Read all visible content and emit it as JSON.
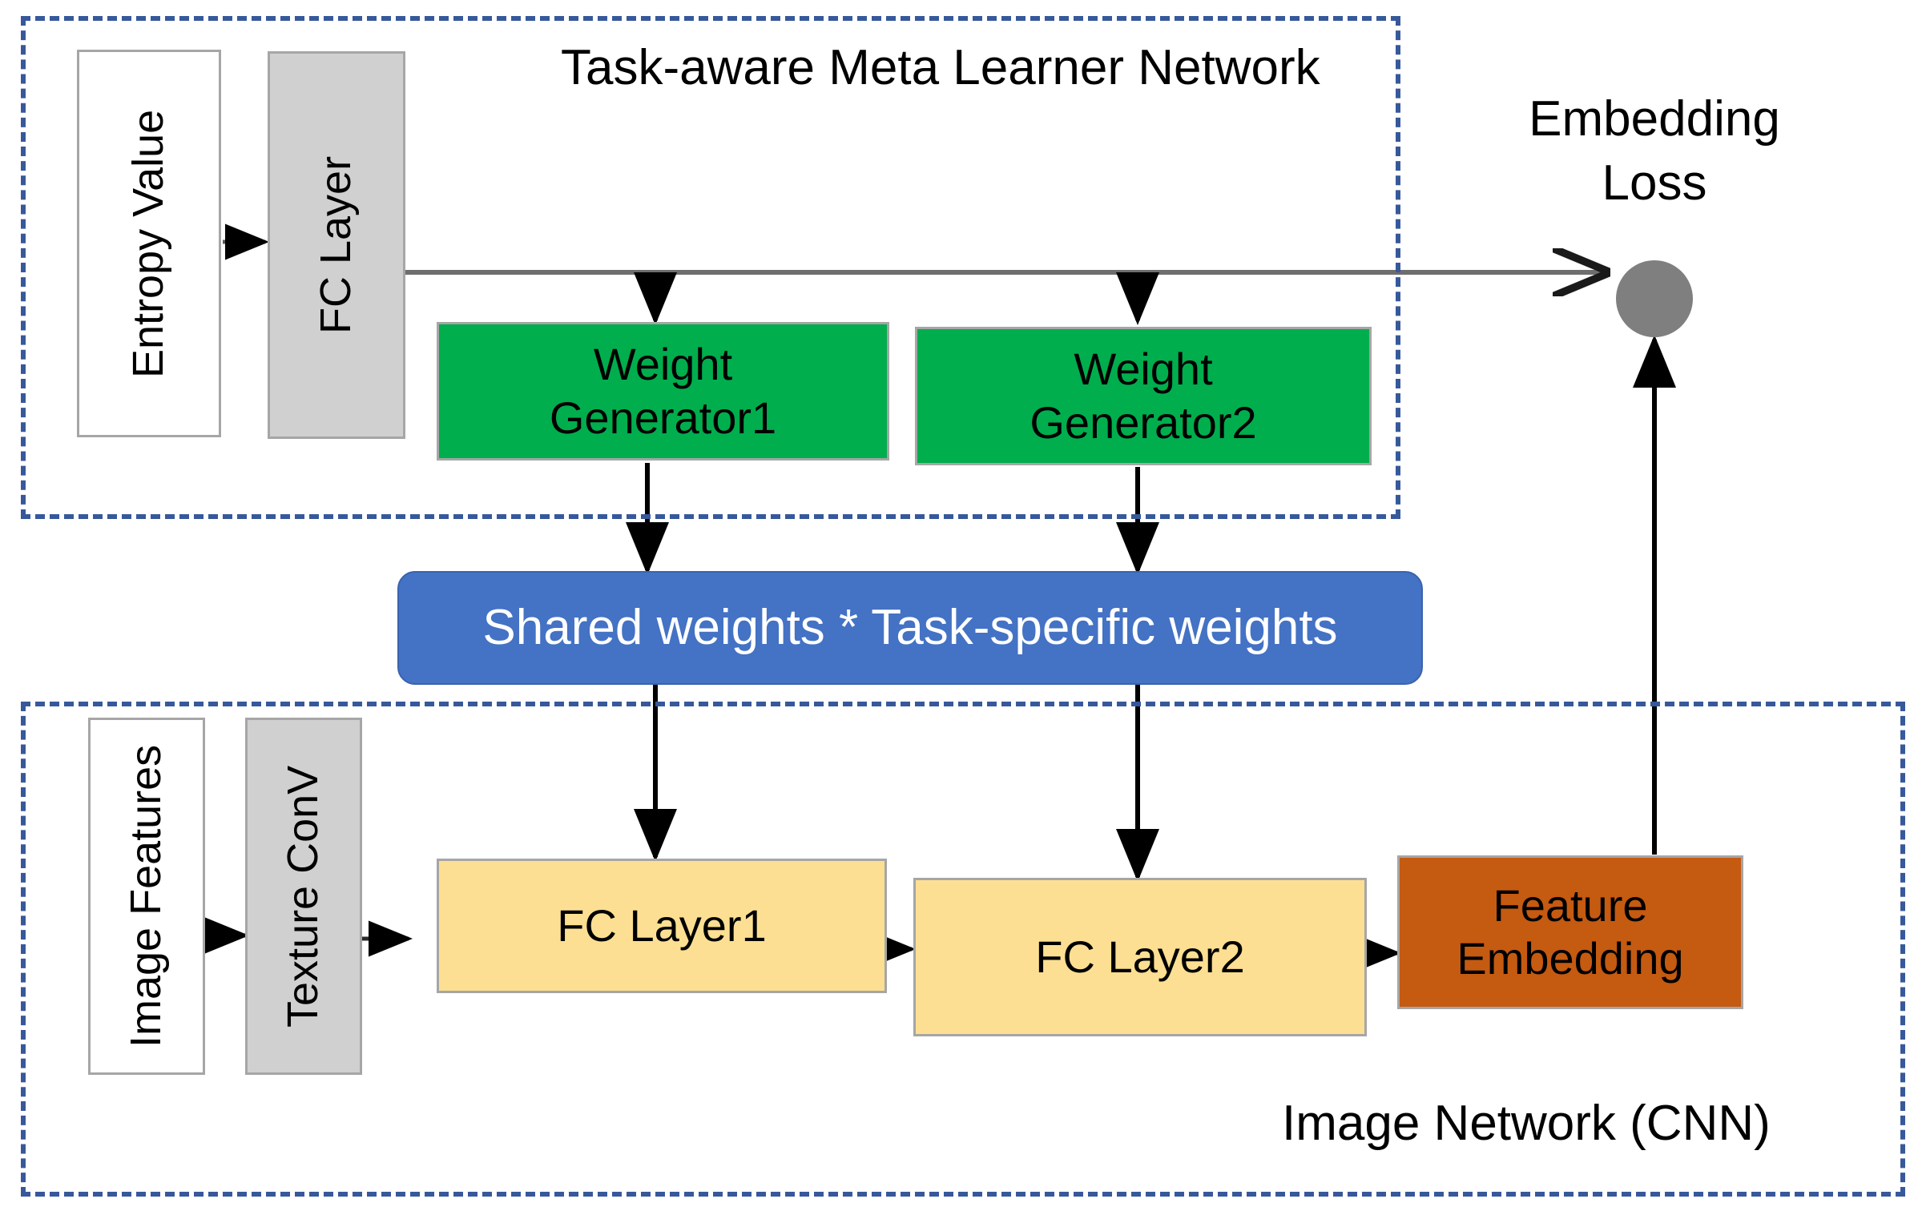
{
  "diagram": {
    "groups": {
      "meta_learner": {
        "label": "Task-aware Meta Learner Network"
      },
      "image_network": {
        "label": "Image Network (CNN)"
      }
    },
    "nodes": {
      "entropy_value": {
        "label": "Entropy Value"
      },
      "meta_fc_layer": {
        "label": "FC Layer"
      },
      "weight_generator_1": {
        "label": "Weight Generator1"
      },
      "weight_generator_2": {
        "label": "Weight Generator2"
      },
      "shared_weights": {
        "label": "Shared weights * Task-specific weights"
      },
      "image_features": {
        "label": "Image Features"
      },
      "texture_conv": {
        "label": "Texture ConV"
      },
      "fc_layer_1": {
        "label": "FC Layer1"
      },
      "fc_layer_2": {
        "label": "FC Layer2"
      },
      "feature_embedding": {
        "label": "Feature Embedding"
      },
      "embedding_loss": {
        "label": "Embedding\nLoss"
      },
      "embedding_loss_line1": {
        "label": "Embedding"
      },
      "embedding_loss_line2": {
        "label": "Loss"
      }
    },
    "colors": {
      "group_border": "#37599B",
      "green_block": "#00AE4D",
      "blue_block": "#4472C4",
      "yellow_block": "#FCDF92",
      "orange_block": "#C55A11",
      "gray_block": "#D0D0D0",
      "loss_node": "#7F7F7F",
      "white_block": "#FFFFFF",
      "block_border": "#A6A6A6",
      "arrow": "#000000",
      "arrow_gray": "#6E6E6E"
    },
    "edges": [
      {
        "from": "entropy_value",
        "to": "meta_fc_layer",
        "style": "gray-arrow"
      },
      {
        "from": "meta_fc_layer",
        "to": "embedding_loss",
        "style": "gray-arrow"
      },
      {
        "from": "meta_fc_layer",
        "to": "weight_generator_1",
        "style": "black-arrow"
      },
      {
        "from": "meta_fc_layer",
        "to": "weight_generator_2",
        "style": "black-arrow"
      },
      {
        "from": "weight_generator_1",
        "to": "shared_weights",
        "style": "black-arrow"
      },
      {
        "from": "weight_generator_2",
        "to": "shared_weights",
        "style": "black-arrow"
      },
      {
        "from": "shared_weights",
        "to": "fc_layer_1",
        "style": "black-arrow"
      },
      {
        "from": "shared_weights",
        "to": "fc_layer_2",
        "style": "black-arrow"
      },
      {
        "from": "image_features",
        "to": "texture_conv",
        "style": "black-arrow"
      },
      {
        "from": "texture_conv",
        "to": "fc_layer_1",
        "style": "black-arrow"
      },
      {
        "from": "fc_layer_1",
        "to": "fc_layer_2",
        "style": "black-arrow"
      },
      {
        "from": "fc_layer_2",
        "to": "feature_embedding",
        "style": "black-arrow"
      },
      {
        "from": "feature_embedding",
        "to": "embedding_loss",
        "style": "black-arrow"
      }
    ]
  }
}
